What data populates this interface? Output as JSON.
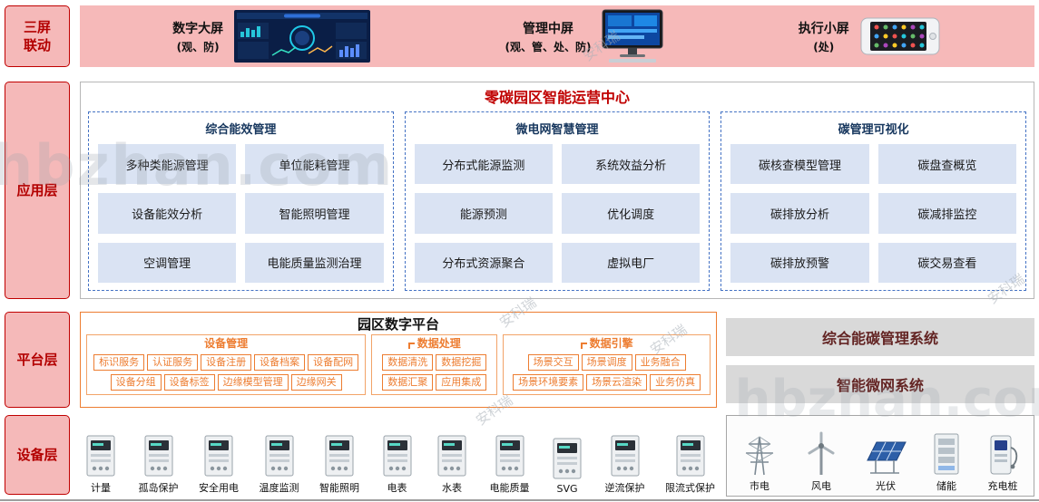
{
  "watermarks": {
    "site": "hbzhan.com",
    "brand": "安科瑞"
  },
  "side_labels": {
    "three_screen": "三屏\n联动",
    "app": "应用层",
    "platform": "平台层",
    "device": "设备层"
  },
  "top_band": {
    "screens": [
      {
        "title": "数字大屏",
        "subtitle": "(观、防)"
      },
      {
        "title": "管理中屏",
        "subtitle": "(观、管、处、防)"
      },
      {
        "title": "执行小屏",
        "subtitle": "(处)"
      }
    ]
  },
  "app_layer": {
    "title": "零碳园区智能运营中心",
    "groups": [
      {
        "title": "综合能效管理",
        "items": [
          "多种类能源管理",
          "单位能耗管理",
          "设备能效分析",
          "智能照明管理",
          "空调管理",
          "电能质量监测治理"
        ]
      },
      {
        "title": "微电网智慧管理",
        "items": [
          "分布式能源监测",
          "系统效益分析",
          "能源预测",
          "优化调度",
          "分布式资源聚合",
          "虚拟电厂"
        ]
      },
      {
        "title": "碳管理可视化",
        "items": [
          "碳核查模型管理",
          "碳盘查概览",
          "碳排放分析",
          "碳减排监控",
          "碳排放预警",
          "碳交易查看"
        ]
      }
    ]
  },
  "platform_layer": {
    "title": "园区数字平台",
    "sections": [
      {
        "title": "设备管理",
        "rows": [
          [
            "标识服务",
            "认证服务",
            "设备注册",
            "设备档案",
            "设备配网"
          ],
          [
            "设备分组",
            "设备标签",
            "边缘模型管理",
            "边缘网关"
          ]
        ]
      },
      {
        "title": "数据处理",
        "rows": [
          [
            "数据清洗",
            "数据挖掘"
          ],
          [
            "数据汇聚",
            "应用集成"
          ]
        ]
      },
      {
        "title": "数据引擎",
        "rows": [
          [
            "场景交互",
            "场景调度",
            "业务融合"
          ],
          [
            "场景环境要素",
            "场景云渲染",
            "业务仿真"
          ]
        ]
      }
    ],
    "systems": [
      "综合能碳管理系统",
      "智能微网系统"
    ]
  },
  "device_layer": {
    "devices": [
      "计量",
      "孤岛保护",
      "安全用电",
      "温度监测",
      "智能照明",
      "电表",
      "水表",
      "电能质量",
      "SVG",
      "逆流保护",
      "限流式保护"
    ],
    "energy_sources": [
      "市电",
      "风电",
      "光伏",
      "储能",
      "充电桩"
    ]
  }
}
